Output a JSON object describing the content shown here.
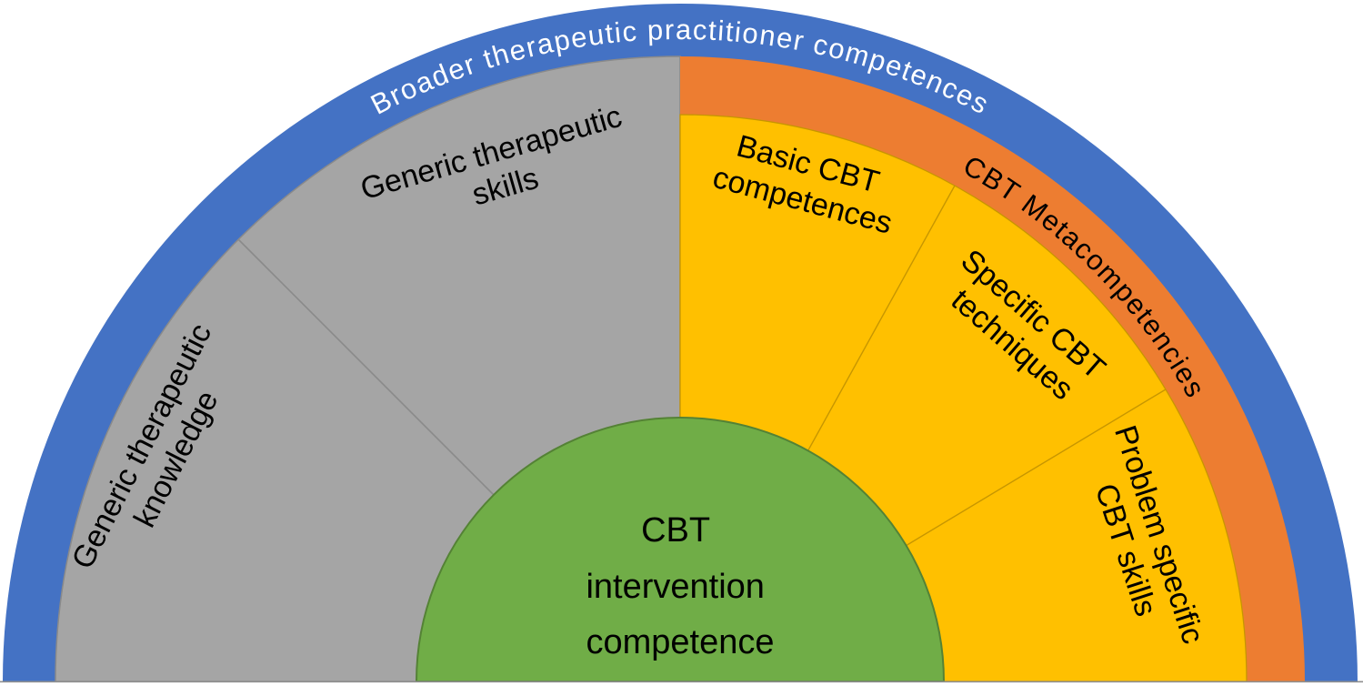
{
  "diagram": {
    "outer_ring": {
      "label": "Broader therapeutic practitioner competences"
    },
    "meta_ring": {
      "label": "CBT Metacompetencies"
    },
    "center": {
      "line1": "CBT",
      "line2": "intervention",
      "line3": "competence"
    },
    "sectors": {
      "generic_knowledge": {
        "line1": "Generic therapeutic",
        "line2": "knowledge"
      },
      "generic_skills": {
        "line1": "Generic therapeutic",
        "line2": "skills"
      },
      "basic_cbt": {
        "line1": "Basic CBT",
        "line2": "competences"
      },
      "specific_cbt": {
        "line1": "Specific CBT",
        "line2": "techniques"
      },
      "problem_specific": {
        "line1": "Problem specific",
        "line2": "CBT skills"
      }
    },
    "colors": {
      "outer_ring": "#4472C4",
      "meta_ring": "#ED7D31",
      "cbt_sectors": "#FFC000",
      "generic_sectors": "#A5A5A5",
      "center": "#70AD47",
      "outer_ring_text": "#FFFFFF",
      "label_text": "#000000",
      "gray_edge": "#8A8A8A",
      "yellow_edge": "#C79600",
      "green_edge": "#548235",
      "baseline": "#909090"
    }
  }
}
